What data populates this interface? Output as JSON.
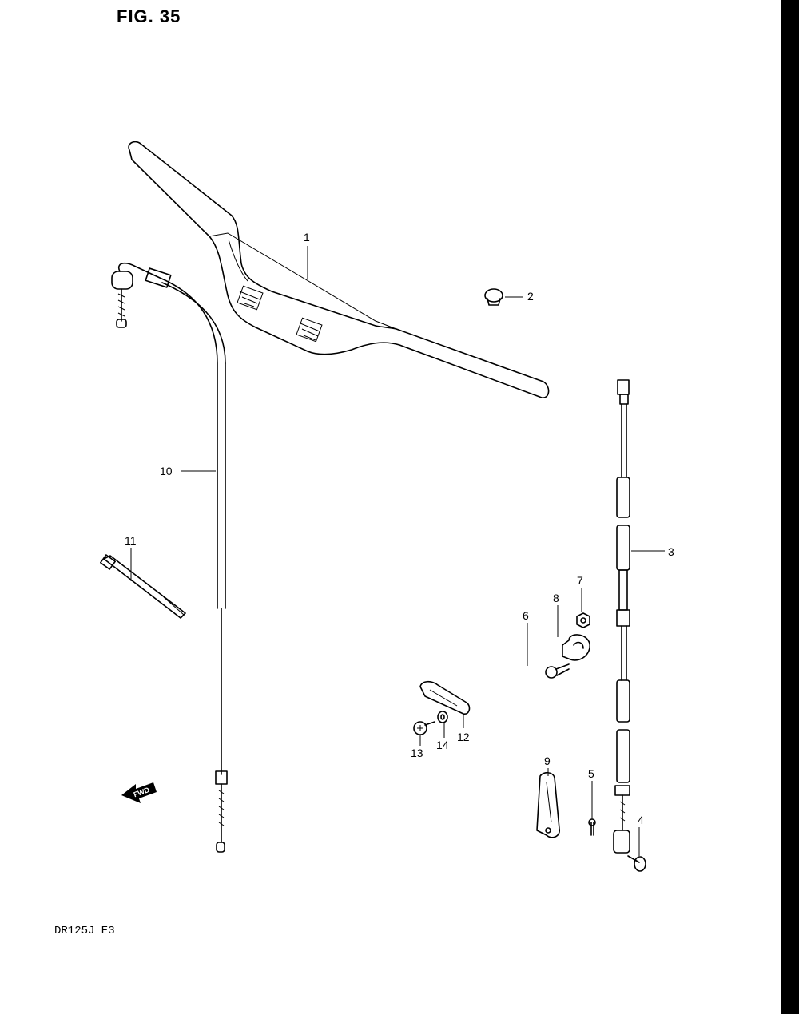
{
  "figure": {
    "title": "FIG. 35",
    "model": "DR125J  E3"
  },
  "fwd_marker": "FWD",
  "callouts": [
    {
      "id": "1",
      "label": "1"
    },
    {
      "id": "2",
      "label": "2"
    },
    {
      "id": "3",
      "label": "3"
    },
    {
      "id": "4",
      "label": "4"
    },
    {
      "id": "5",
      "label": "5"
    },
    {
      "id": "6",
      "label": "6"
    },
    {
      "id": "7",
      "label": "7"
    },
    {
      "id": "8",
      "label": "8"
    },
    {
      "id": "9",
      "label": "9"
    },
    {
      "id": "10",
      "label": "10"
    },
    {
      "id": "11",
      "label": "11"
    },
    {
      "id": "12",
      "label": "12"
    },
    {
      "id": "13",
      "label": "13"
    },
    {
      "id": "14",
      "label": "14"
    }
  ]
}
